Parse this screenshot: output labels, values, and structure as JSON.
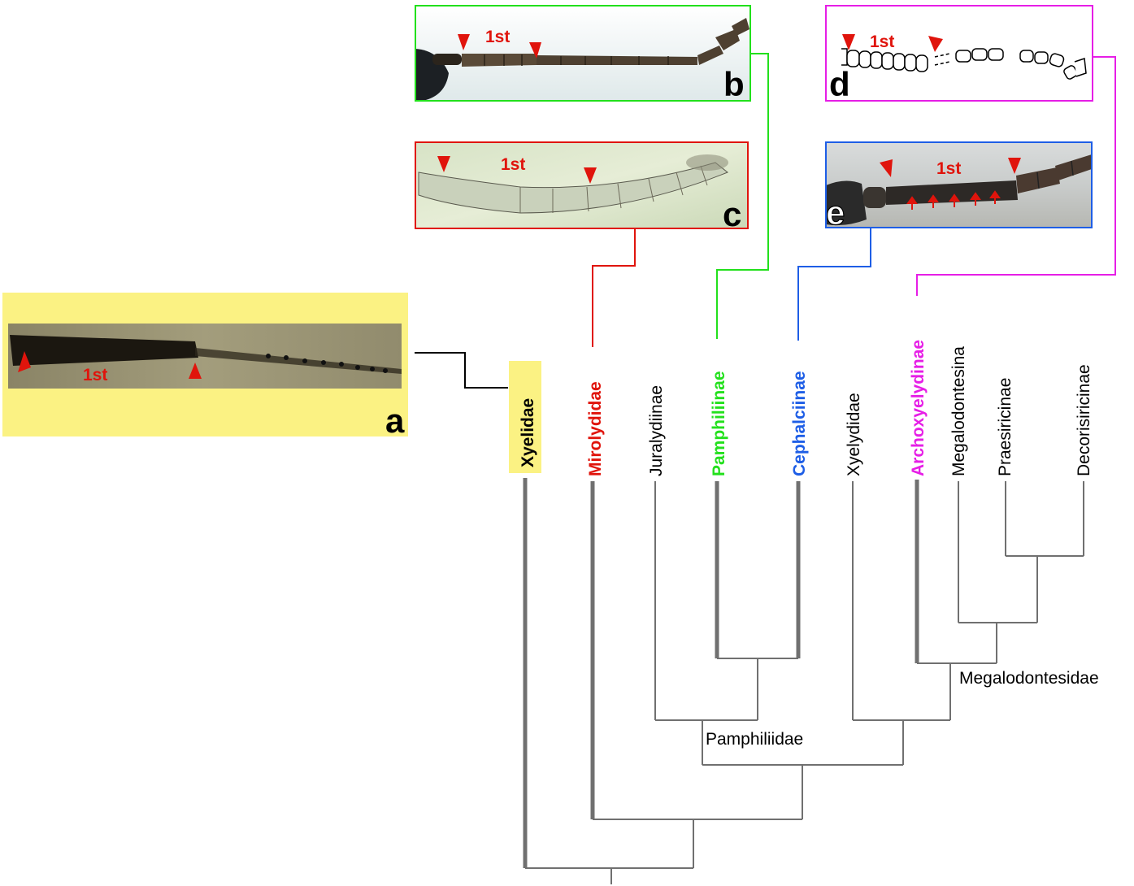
{
  "panels": {
    "a": {
      "letter": "a",
      "segment_label": "1st"
    },
    "b": {
      "letter": "b",
      "segment_label": "1st"
    },
    "c": {
      "letter": "c",
      "segment_label": "1st"
    },
    "d": {
      "letter": "d",
      "segment_label": "1st"
    },
    "e": {
      "letter": "e",
      "segment_label": "1st"
    }
  },
  "taxa": [
    {
      "id": "xyelidae",
      "label": "Xyelidae",
      "color": "#000000",
      "highlight": "#fbf283",
      "bold": true
    },
    {
      "id": "mirolydidae",
      "label": "Mirolydidae",
      "color": "#e0140c",
      "bold": true
    },
    {
      "id": "juralydiinae",
      "label": "Juralydiinae",
      "color": "#000000",
      "bold": false
    },
    {
      "id": "pamphiliinae",
      "label": "Pamphiliinae",
      "color": "#22e01c",
      "bold": true
    },
    {
      "id": "cephalciinae",
      "label": "Cephalciinae",
      "color": "#1e5ee6",
      "bold": true
    },
    {
      "id": "xyelydidae",
      "label": "Xyelydidae",
      "color": "#000000",
      "bold": false
    },
    {
      "id": "archoxyelydinae",
      "label": "Archoxyelydinae",
      "color": "#e61ee6",
      "bold": true
    },
    {
      "id": "megalodontesina",
      "label": "Megalodontesina",
      "color": "#000000",
      "bold": false
    },
    {
      "id": "praesiricinae",
      "label": "Praesiricinae",
      "color": "#000000",
      "bold": false
    },
    {
      "id": "decorisiricinae",
      "label": "Decorisiricinae",
      "color": "#000000",
      "bold": false
    }
  ],
  "clade_labels": {
    "pamphiliidae": "Pamphiliidae",
    "megalodontesidae": "Megalodontesidae"
  },
  "colors": {
    "arrowhead": "#e0140c",
    "panel_a_bg": "#fbf283",
    "panel_b_frame": "#22e01c",
    "panel_c_frame": "#e0140c",
    "panel_d_frame": "#e61ee6",
    "panel_e_frame": "#1e5ee6",
    "tree": "#707070"
  }
}
